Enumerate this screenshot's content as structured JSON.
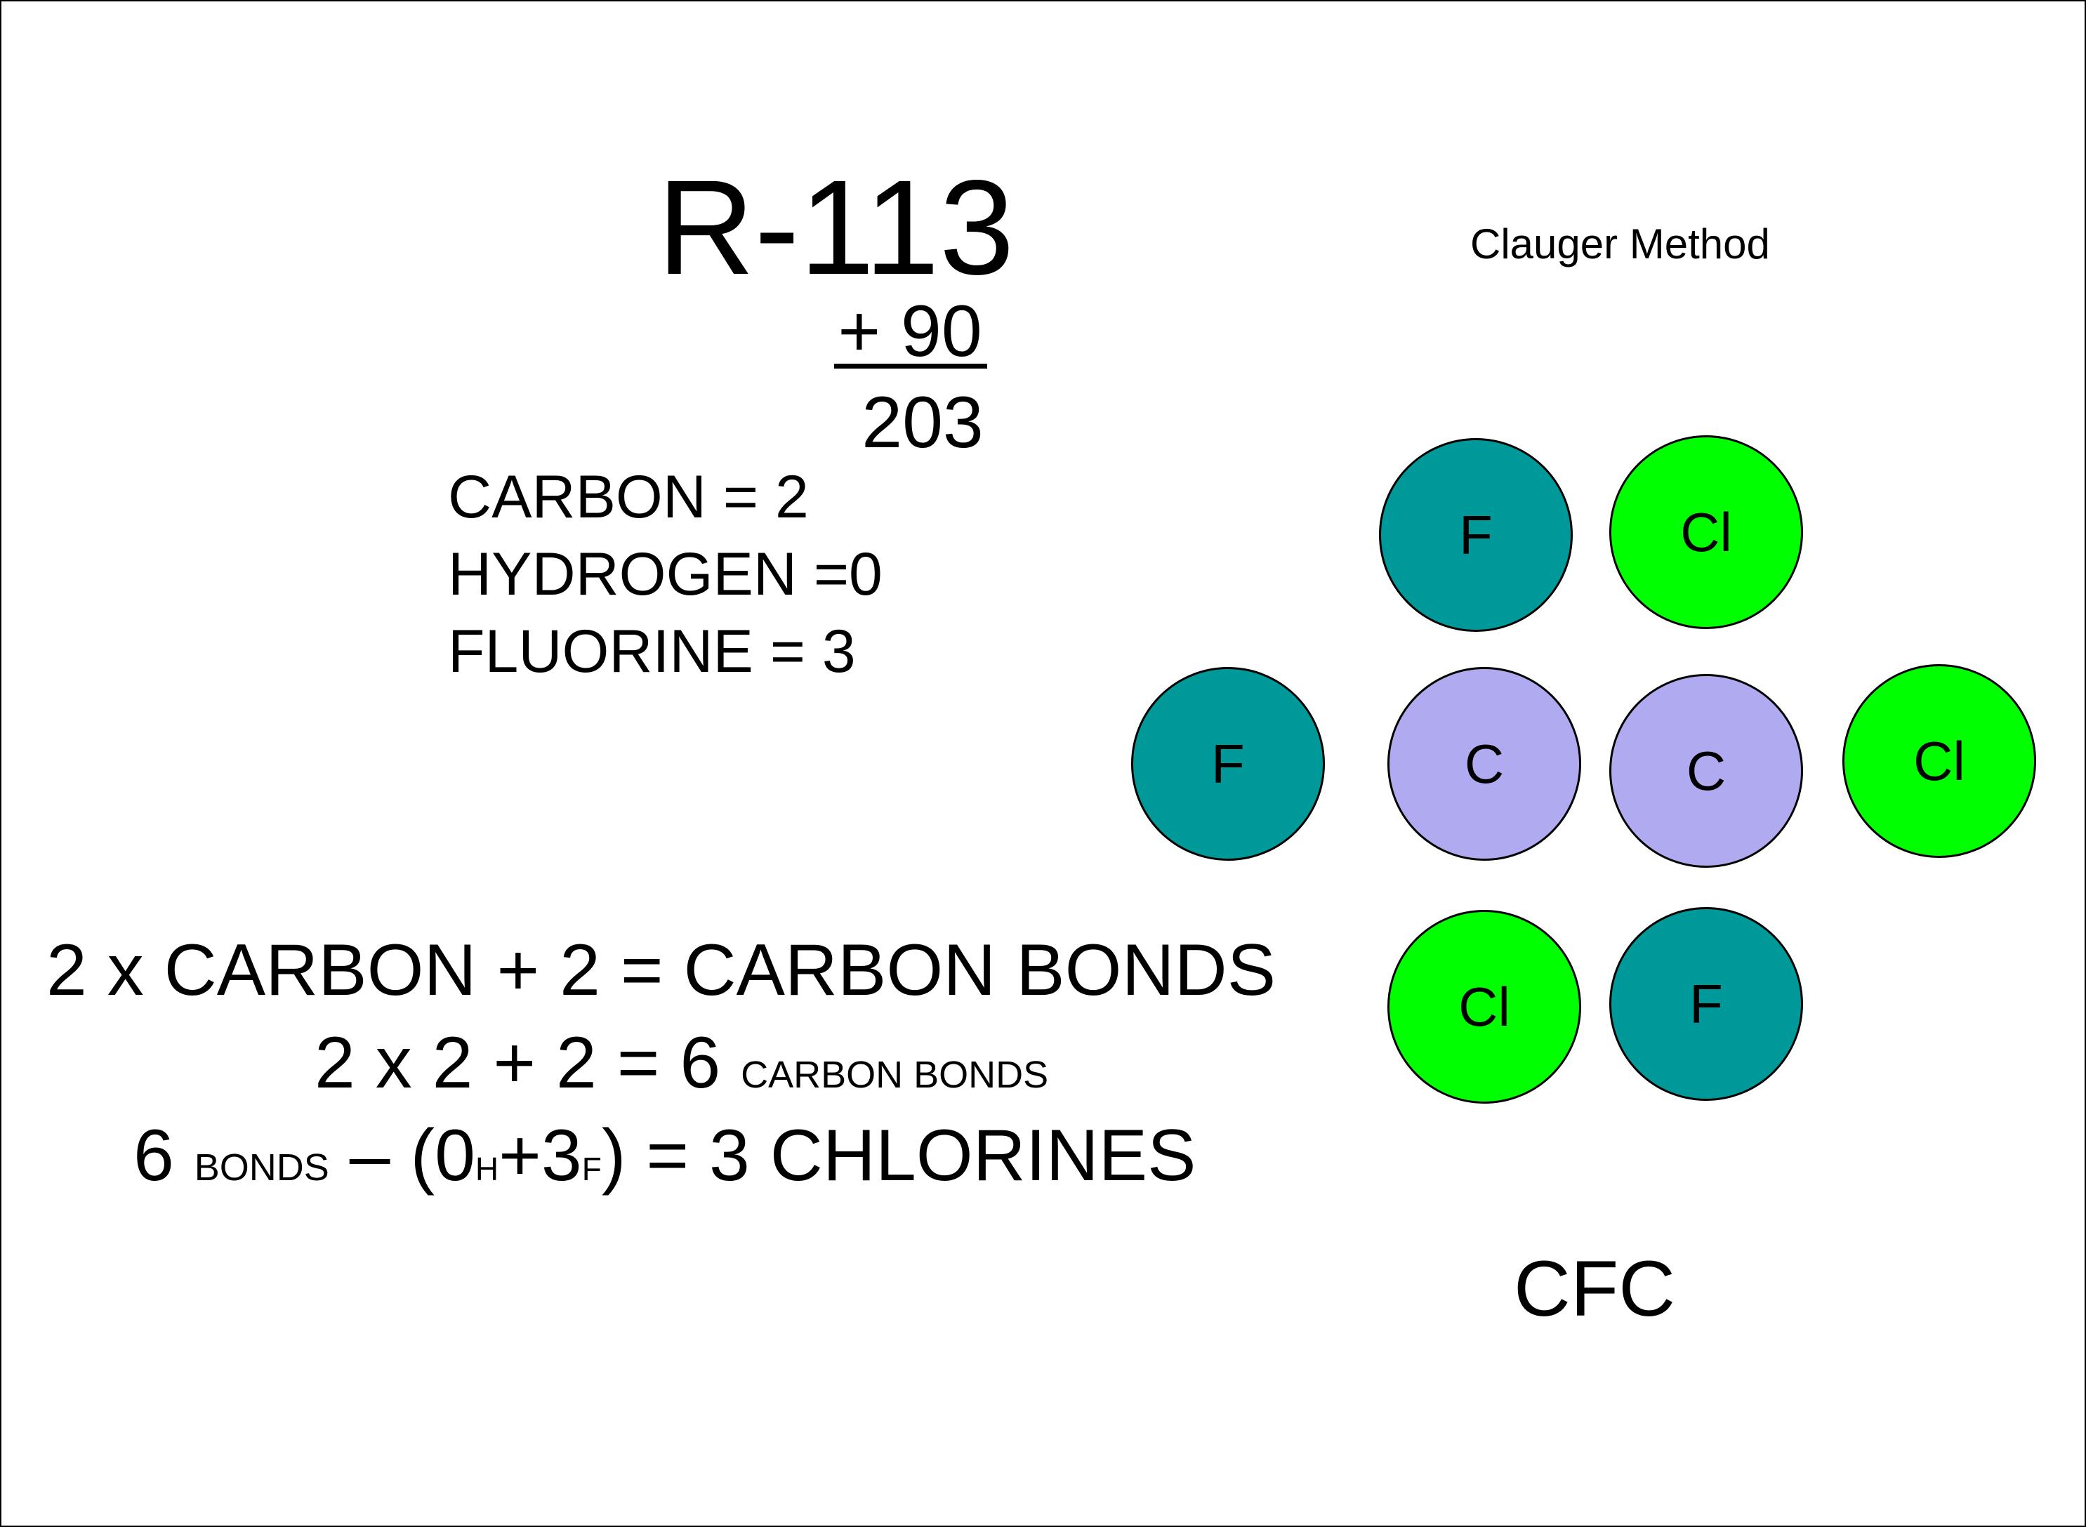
{
  "title": "R-113",
  "method": "Clauger Method",
  "addition": {
    "addend": "+ 90",
    "result": "203"
  },
  "counts": {
    "carbon": "CARBON = 2",
    "hydrogen": "HYDROGEN =0",
    "fluorine": "FLUORINE = 3"
  },
  "equations": {
    "formula": "2 x CARBON + 2 = CARBON BONDS",
    "computation_main": "2 x 2 + 2 = 6",
    "computation_unit": "CARBON BONDS",
    "chlorine_lead": "6",
    "chlorine_bonds_unit": "BONDS",
    "chlorine_open": "– (0",
    "chlorine_h": "H",
    "chlorine_plus": "+3",
    "chlorine_f": "F",
    "chlorine_result": ") = 3 CHLORINES"
  },
  "atoms": [
    {
      "symbol": "F",
      "element": "fluorine"
    },
    {
      "symbol": "Cl",
      "element": "chlorine"
    },
    {
      "symbol": "F",
      "element": "fluorine"
    },
    {
      "symbol": "C",
      "element": "carbon"
    },
    {
      "symbol": "C",
      "element": "carbon"
    },
    {
      "symbol": "Cl",
      "element": "chlorine"
    },
    {
      "symbol": "Cl",
      "element": "chlorine"
    },
    {
      "symbol": "F",
      "element": "fluorine"
    }
  ],
  "colors": {
    "fluorine": "#009999",
    "chlorine": "#00ff00",
    "carbon": "#b0aaf0"
  },
  "family": "CFC"
}
